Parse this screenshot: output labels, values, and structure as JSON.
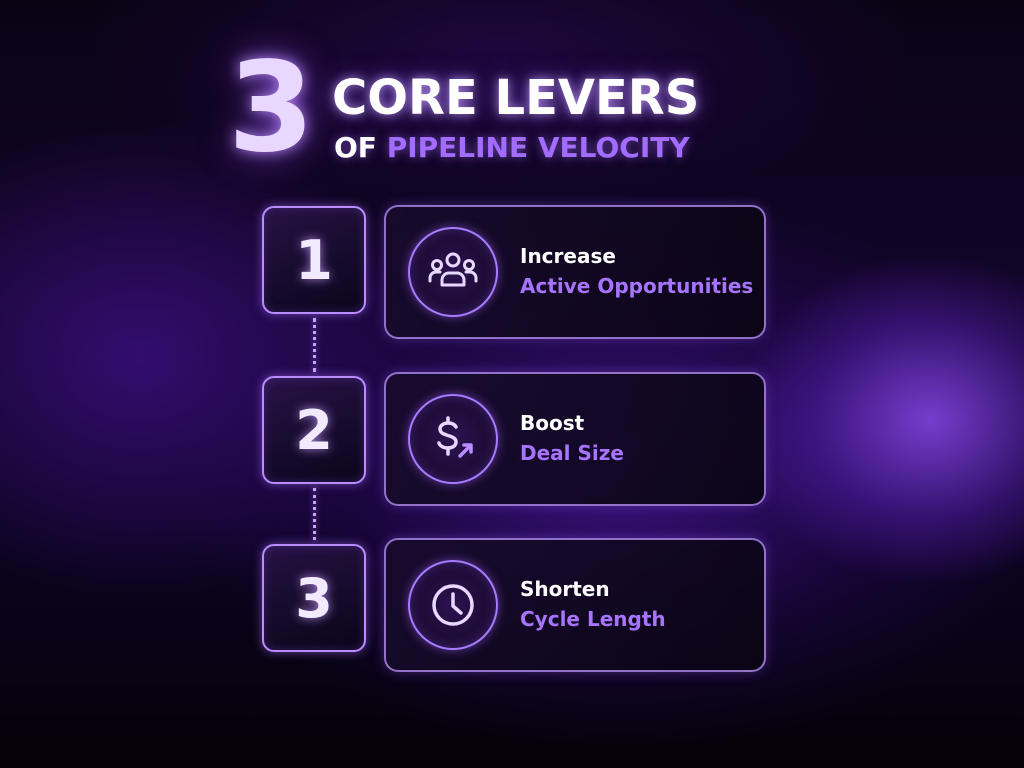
{
  "title": {
    "big_number": "3",
    "line1": "CORE LEVERS",
    "line2_prefix": "OF",
    "line2_accent": "PIPELINE VELOCITY"
  },
  "levers": [
    {
      "number": "1",
      "icon": "people-group-icon",
      "action": "Increase",
      "target": "Active Opportunities"
    },
    {
      "number": "2",
      "icon": "dollar-growth-icon",
      "action": "Boost",
      "target": "Deal Size"
    },
    {
      "number": "3",
      "icon": "clock-icon",
      "action": "Shorten",
      "target": "Cycle Length"
    }
  ],
  "colors": {
    "accent": "#a774ff",
    "border": "#b98cff",
    "background": "#07030f"
  }
}
